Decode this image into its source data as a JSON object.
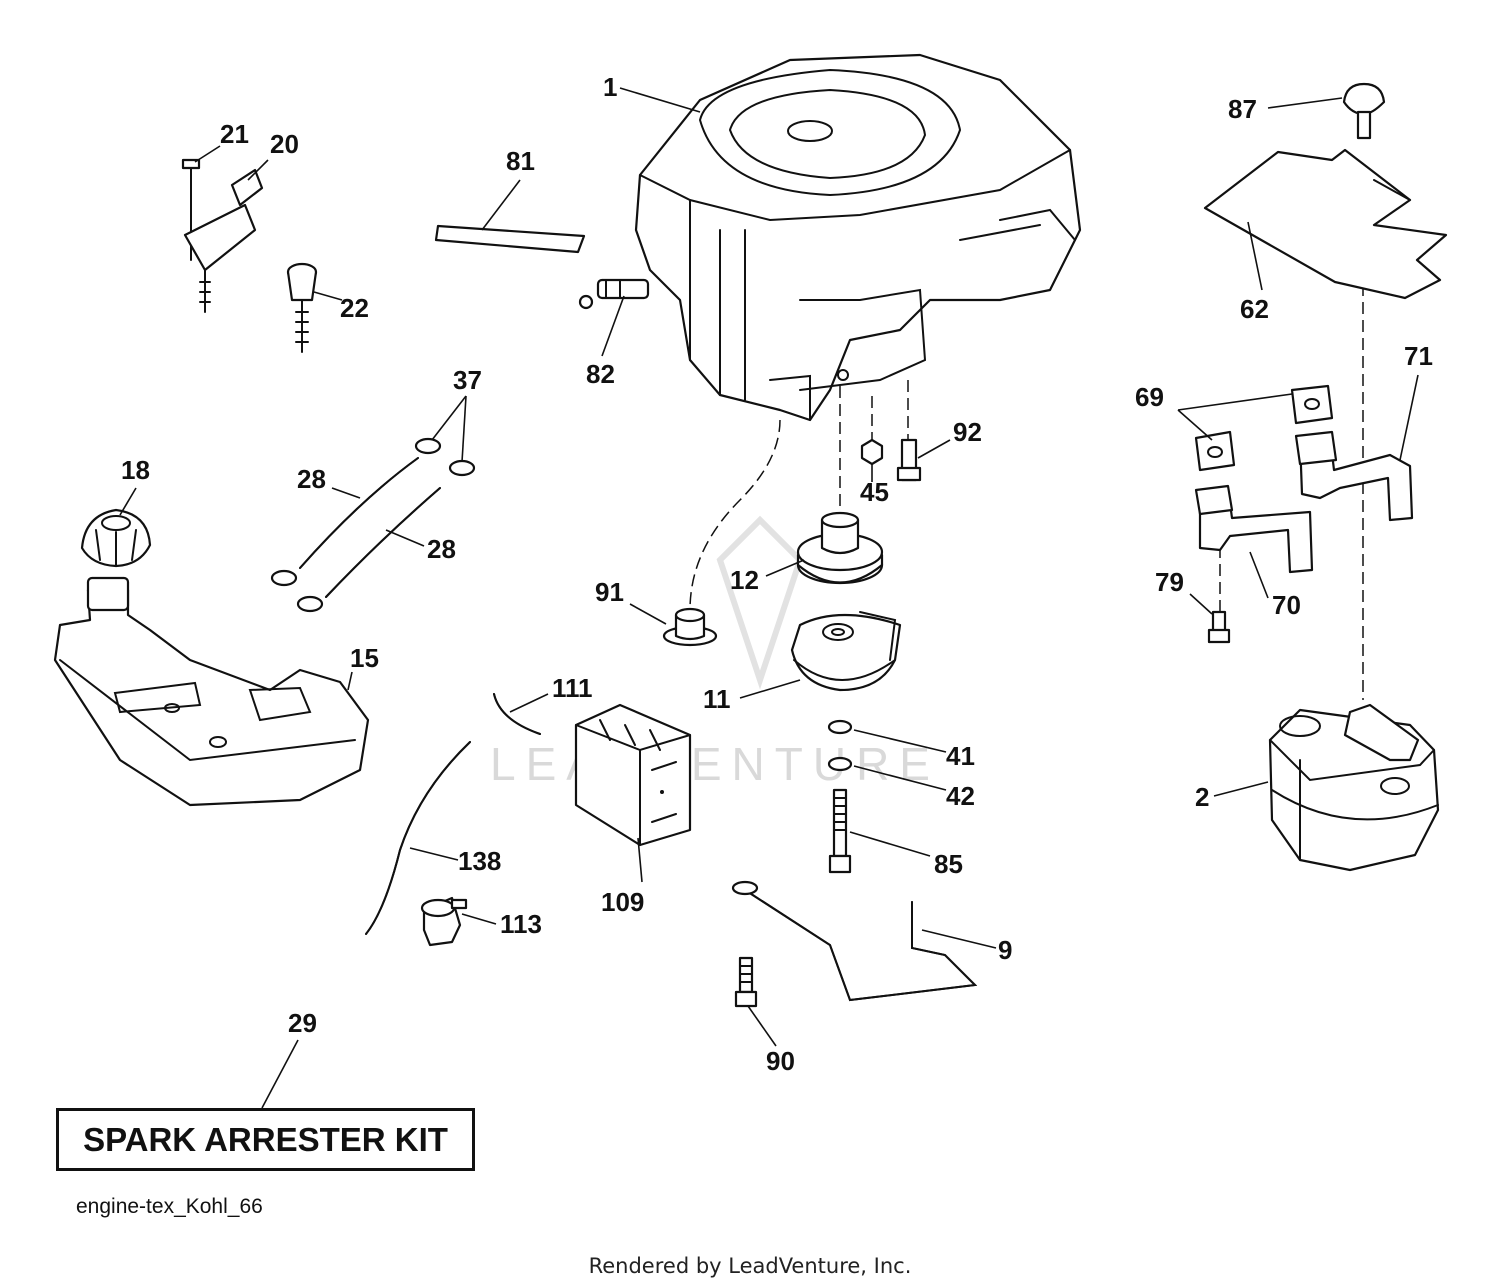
{
  "diagram": {
    "callouts": [
      "1",
      "87",
      "21",
      "20",
      "81",
      "22",
      "82",
      "62",
      "71",
      "37",
      "69",
      "92",
      "18",
      "28",
      "28",
      "45",
      "79",
      "12",
      "91",
      "70",
      "15",
      "111",
      "11",
      "41",
      "42",
      "2",
      "138",
      "85",
      "109",
      "113",
      "9",
      "29",
      "90"
    ],
    "kit_label": "SPARK ARRESTER KIT",
    "reference": "engine-tex_Kohl_66",
    "watermark": "LEADVENTURE",
    "footer": "Rendered by LeadVenture, Inc."
  }
}
